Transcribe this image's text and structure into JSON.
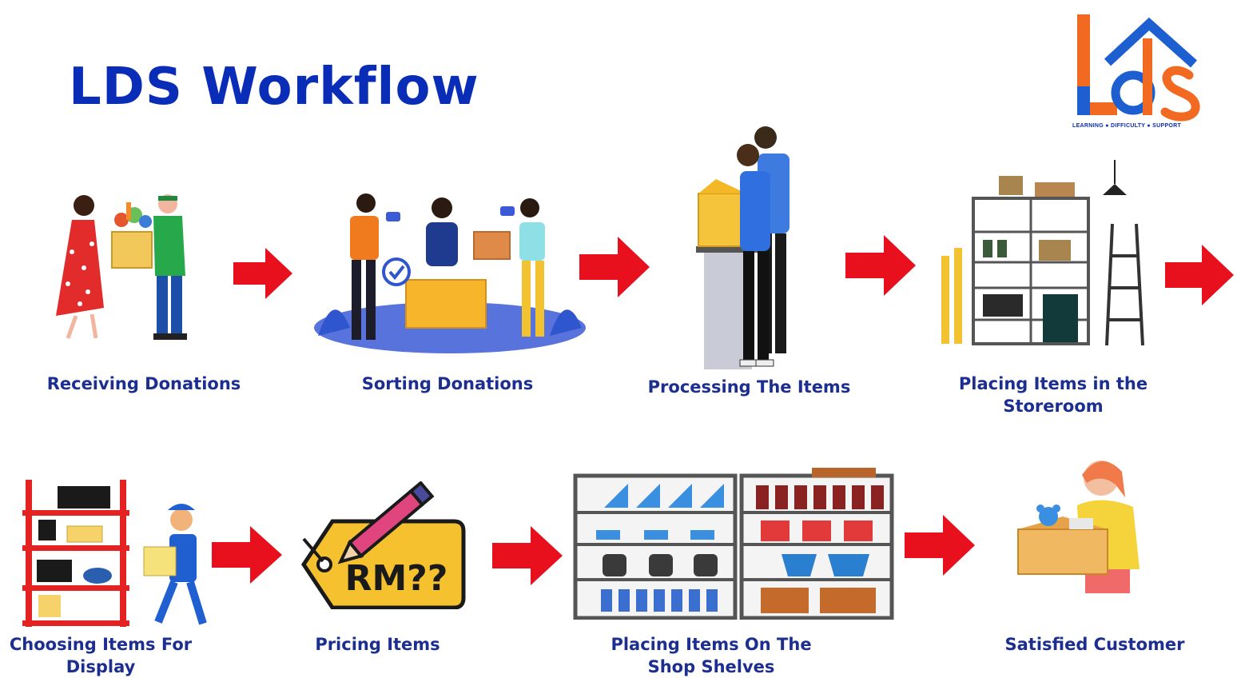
{
  "title": "LDS Workflow",
  "logo": {
    "text": "LDS",
    "tagline": "LEARNING ● DIFFICULTY ● SUPPORT",
    "colors": {
      "blue": "#1d5fd0",
      "orange": "#f26a21"
    }
  },
  "colors": {
    "title": "#0a2db8",
    "label": "#1c2e8f",
    "arrow": "#e8101c"
  },
  "steps": [
    {
      "label": "Receiving Donations",
      "icon": "donation-handover-illustration"
    },
    {
      "label": "Sorting Donations",
      "icon": "sorting-team-illustration"
    },
    {
      "label": "Processing The Items",
      "icon": "processing-workers-illustration"
    },
    {
      "label": "Placing Items in the Storeroom",
      "icon": "storeroom-shelves-illustration"
    },
    {
      "label": "Choosing Items For Display",
      "icon": "display-choice-illustration"
    },
    {
      "label": "Pricing Items",
      "icon": "price-tag-illustration",
      "tag_text": "RM??"
    },
    {
      "label": "Placing Items On The Shop Shelves",
      "icon": "shop-shelves-illustration"
    },
    {
      "label": "Satisfied Customer",
      "icon": "satisfied-customer-illustration"
    }
  ]
}
